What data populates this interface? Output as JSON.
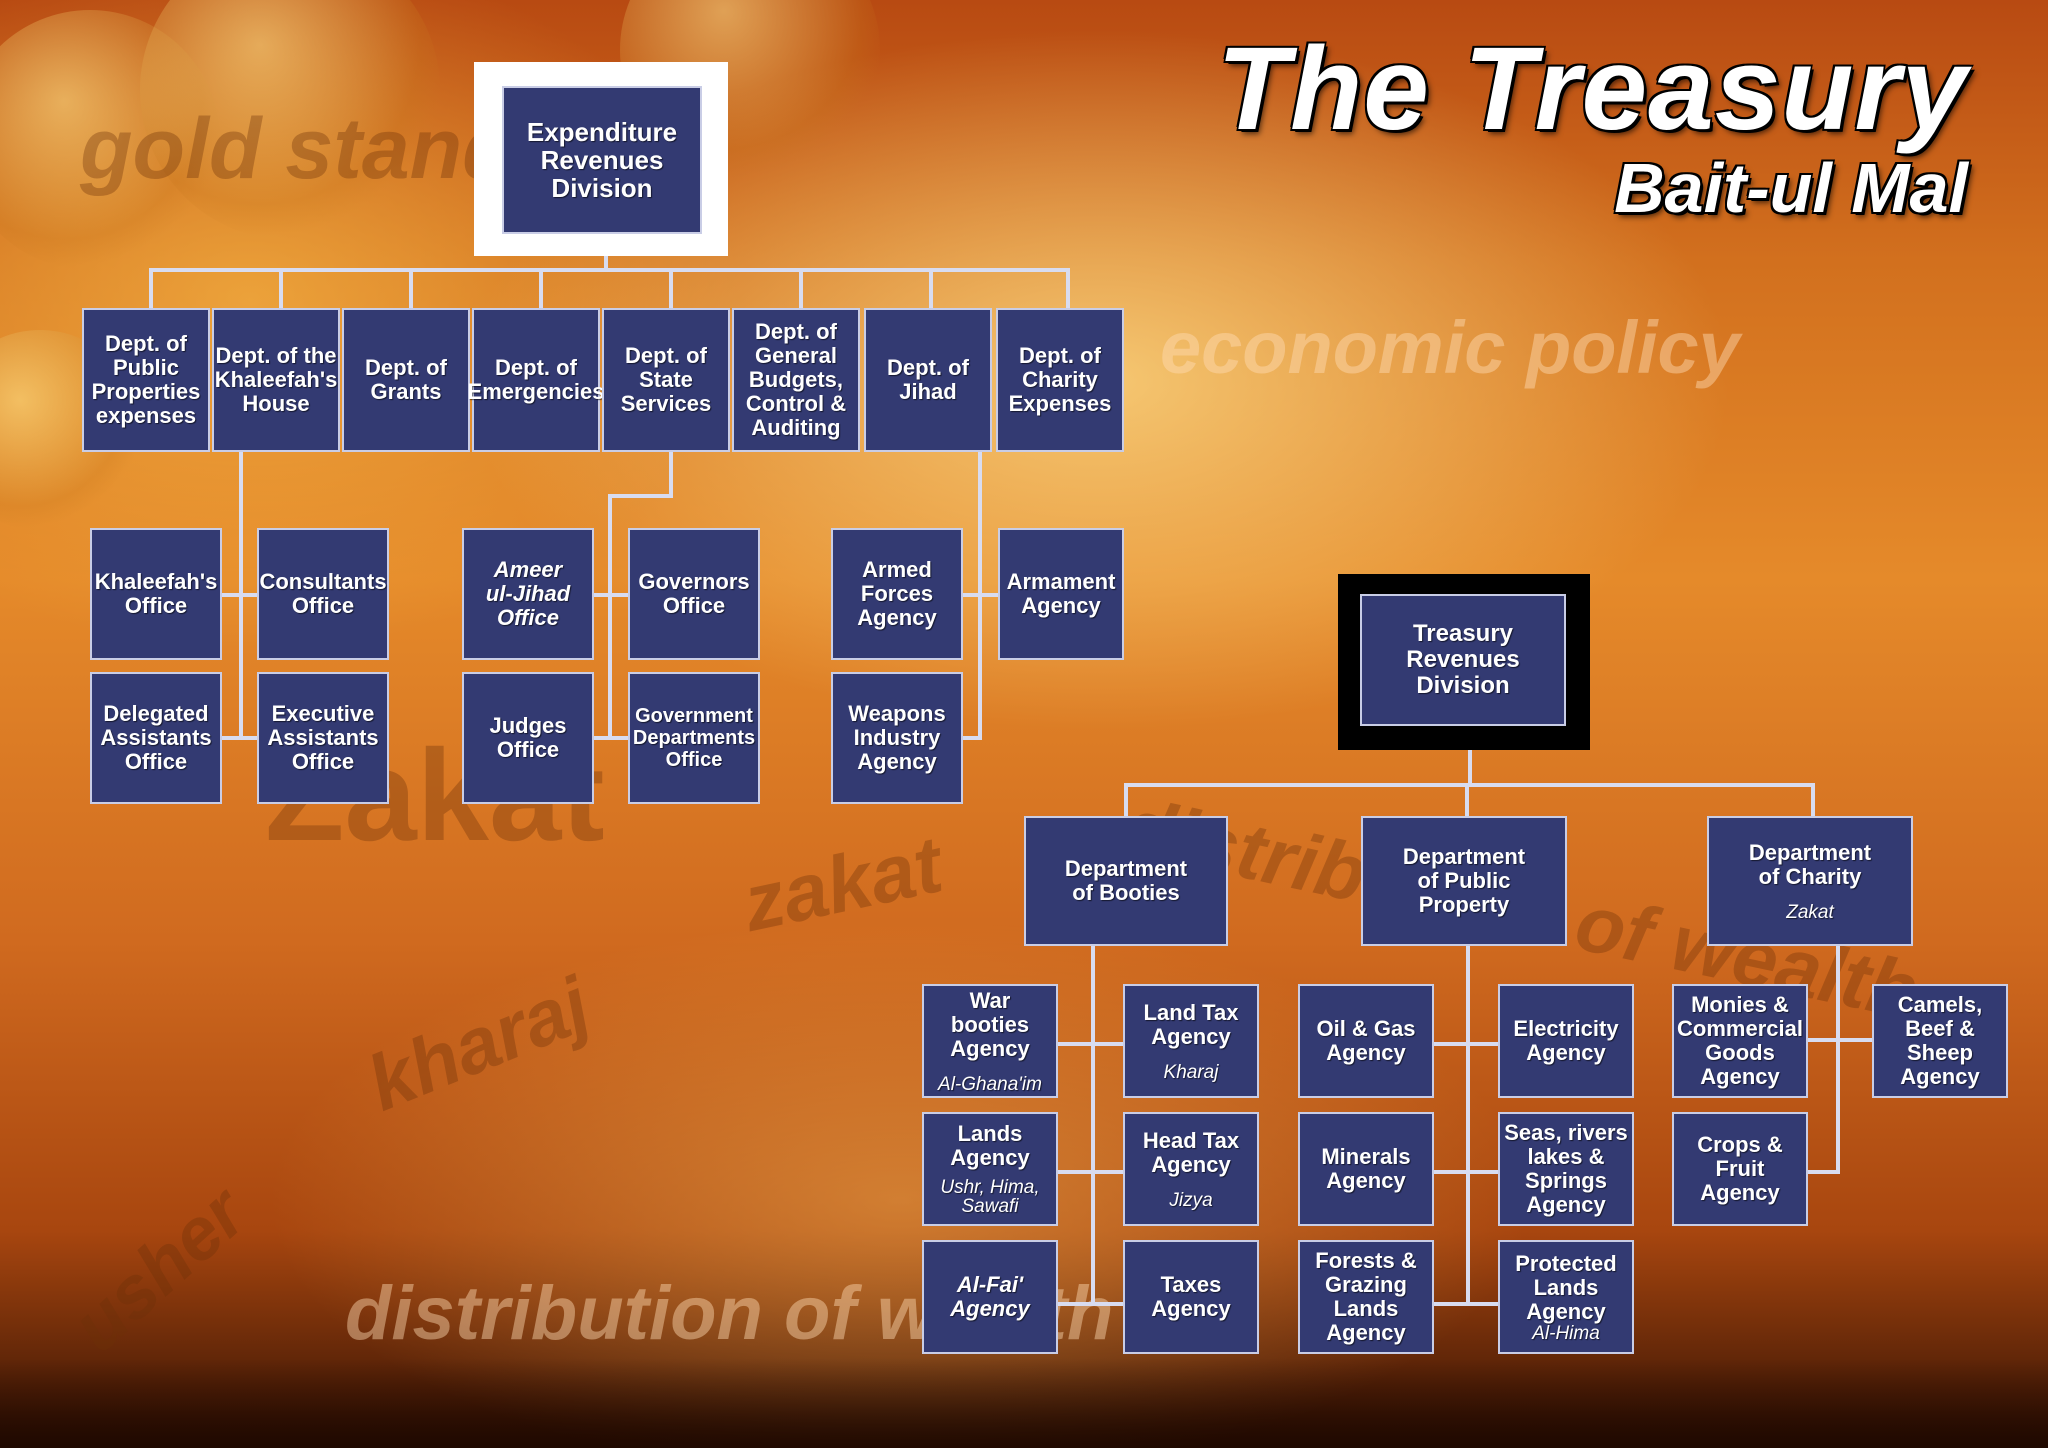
{
  "title": {
    "main": "The Treasury",
    "sub": "Bait-ul Mal"
  },
  "background_words": {
    "gold_standard": "gold standa",
    "economic_policy": "economic policy",
    "zakat_large": "Zakat",
    "zakat_small": "zakat",
    "kharaj": "kharaj",
    "usher": "usher",
    "distribution_bottom": "distribution of wealth",
    "distribution_right": "distribution of wealth"
  },
  "expenditure": {
    "head": "Expenditure\nRevenues\nDivision",
    "departments": [
      {
        "name": "Dept. of\nPublic\nProperties\nexpenses"
      },
      {
        "name": "Dept. of the\nKhaleefah's\nHouse"
      },
      {
        "name": "Dept. of\nGrants"
      },
      {
        "name": "Dept. of\nEmergencies"
      },
      {
        "name": "Dept. of\nState\nServices"
      },
      {
        "name": "Dept. of\nGeneral\nBudgets,\nControl &\nAuditing"
      },
      {
        "name": "Dept. of\nJihad"
      },
      {
        "name": "Dept. of\nCharity\nExpenses"
      }
    ],
    "offices": {
      "khaleefah_office": "Khaleefah's\nOffice",
      "consultants_office": "Consultants\nOffice",
      "delegated_assistants": "Delegated\nAssistants\nOffice",
      "executive_assistants": "Executive\nAssistants\nOffice",
      "ameer_jihad": "Ameer\nul-Jihad\nOffice",
      "governors_office": "Governors\nOffice",
      "judges_office": "Judges\nOffice",
      "government_departments": "Government\nDepartments\nOffice",
      "armed_forces": "Armed\nForces\nAgency",
      "armament": "Armament\nAgency",
      "weapons_industry": "Weapons\nIndustry\nAgency"
    }
  },
  "revenues": {
    "head": "Treasury\nRevenues\nDivision",
    "booties": {
      "name": "Department\nof Booties",
      "agencies": [
        {
          "name": "War booties\nAgency",
          "sub": "Al-Ghana'im"
        },
        {
          "name": "Land Tax\nAgency",
          "sub": "Kharaj"
        },
        {
          "name": "Lands\nAgency",
          "sub": "Ushr, Hima,\nSawafi"
        },
        {
          "name": "Head Tax\nAgency",
          "sub": "Jizya"
        },
        {
          "name": "Al-Fai'\nAgency",
          "sub": ""
        },
        {
          "name": "Taxes\nAgency",
          "sub": ""
        }
      ]
    },
    "public_property": {
      "name": "Department\nof Public\nProperty",
      "agencies": [
        {
          "name": "Oil & Gas\nAgency"
        },
        {
          "name": "Electricity\nAgency"
        },
        {
          "name": "Minerals\nAgency"
        },
        {
          "name": "Seas, rivers\nlakes &\nSprings\nAgency"
        },
        {
          "name": "Forests &\nGrazing\nLands\nAgency"
        },
        {
          "name": "Protected\nLands\nAgency",
          "sub": "Al-Hima"
        }
      ]
    },
    "charity": {
      "name": "Department\nof Charity",
      "sub": "Zakat",
      "agencies": [
        {
          "name": "Monies &\nCommercial\nGoods\nAgency"
        },
        {
          "name": "Camels,\nBeef &\nSheep\nAgency"
        },
        {
          "name": "Crops &\nFruit\nAgency"
        }
      ]
    }
  },
  "colors": {
    "box_fill": "#333a72",
    "box_border": "#c9cde6",
    "connector": "#d8dcf0"
  }
}
